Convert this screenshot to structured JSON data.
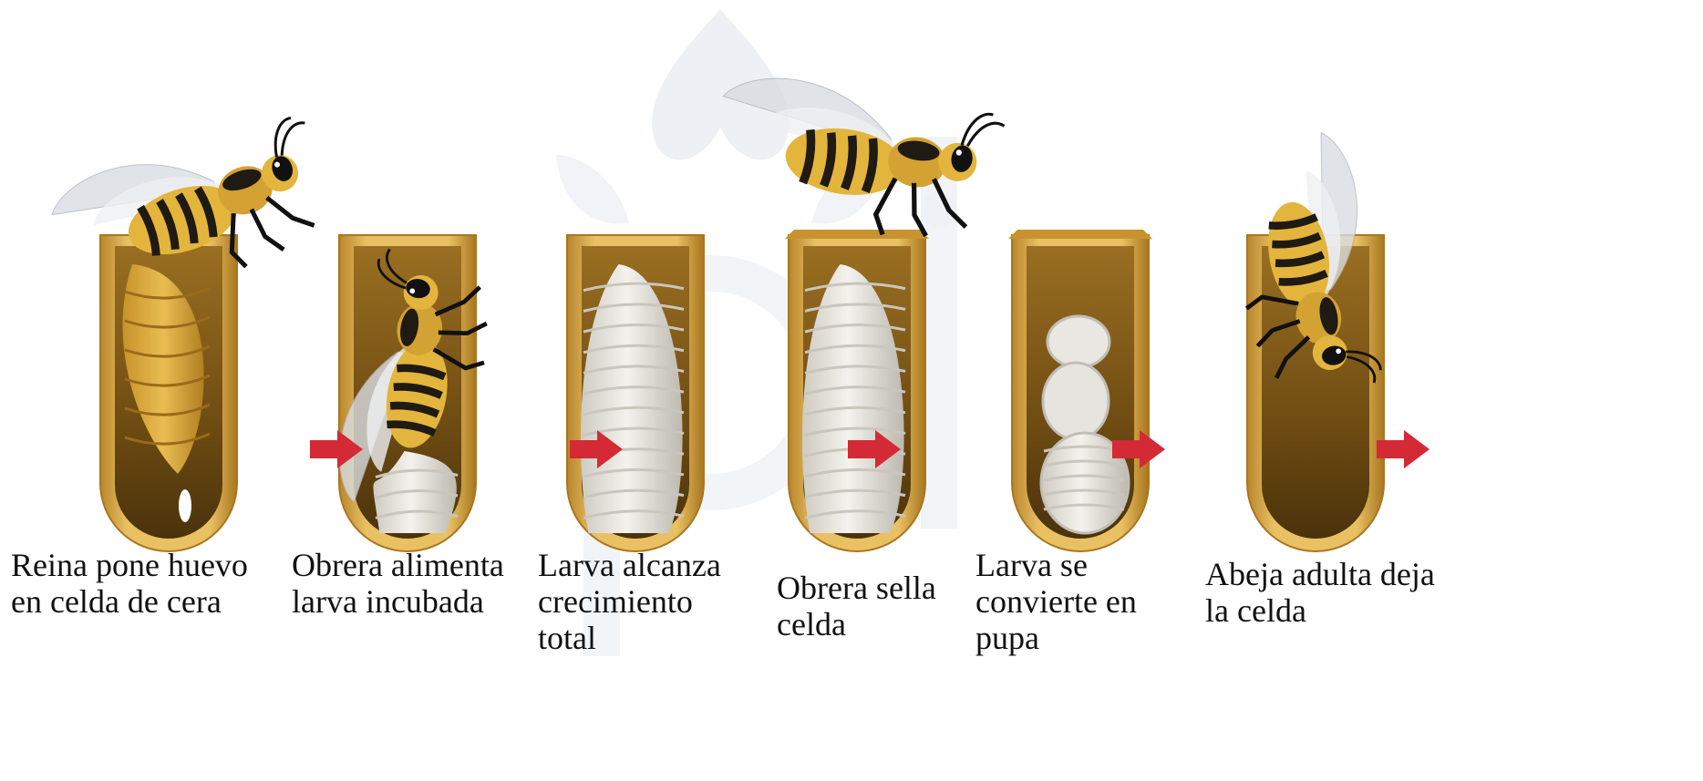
{
  "colors": {
    "cell_wax": "#d7a640",
    "cell_inner": "#7a5514",
    "cell_dark": "#4a320b",
    "larva": "#ebe9e3",
    "larva_shade": "#c9c6bd",
    "bee_yellow": "#e3b53c",
    "bee_stripe": "#1f1a12",
    "wing": "#d9dde2",
    "arrow": "#d42a35",
    "watermark": "#dfe6ee",
    "text": "#111111"
  },
  "stages": [
    {
      "caption": "Reina pone huevo en celda de cera"
    },
    {
      "caption": "Obrera alimenta larva incubada"
    },
    {
      "caption": "Larva alcanza crecimiento total"
    },
    {
      "caption": "Obrera sella celda"
    },
    {
      "caption": "Larva se convierte en pupa"
    },
    {
      "caption": "Abeja adulta deja la celda"
    }
  ]
}
